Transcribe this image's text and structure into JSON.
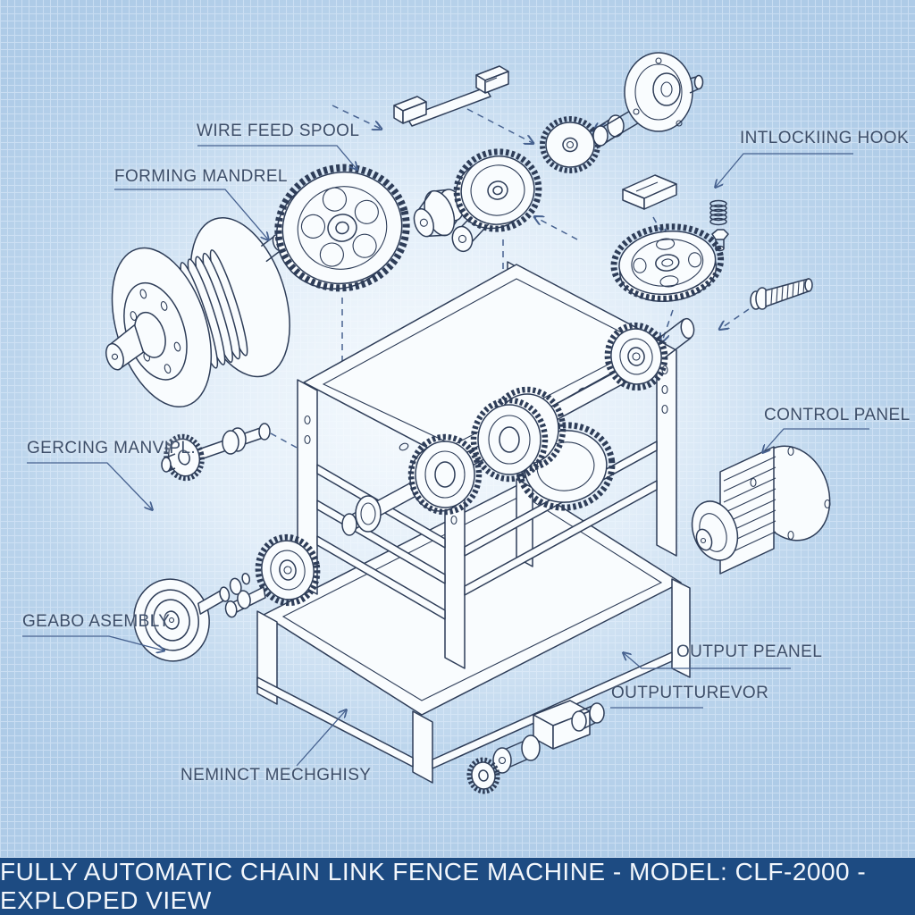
{
  "banner": {
    "title": "FULLY AUTOMATIC CHAIN LINK FENCE MACHINE - MODEL: CLF-2000 - EXPLOPED VIEW"
  },
  "labels": {
    "wire_feed_spool": {
      "text": "WIRE FEED SPOOL"
    },
    "forming_mandrel": {
      "text": "FORMING MANDREL"
    },
    "interlocking_hook": {
      "text": "INTLOCKIING HOOK"
    },
    "control_panel": {
      "text": "CONTROL PANEL"
    },
    "gearing_mandrel": {
      "text": "GERCING MANVIPL."
    },
    "gearbox_assembly": {
      "text": "GEABO ASEMBLY"
    },
    "output_panel": {
      "text": "OUTPUT PEANEL"
    },
    "output_conveyor": {
      "text": "OUTPUTTUREVOR"
    },
    "tension_mechanism": {
      "text": "NEMINCT MECHGHISY"
    }
  },
  "colors": {
    "line": "#2e3d58",
    "label": "#3d4e69",
    "leader": "#46618f",
    "grid_base": "#aecbe7",
    "grid_line": "#c9ddf2",
    "banner_bg": "#1d4b82",
    "banner_fg": "#f3f7fc"
  }
}
